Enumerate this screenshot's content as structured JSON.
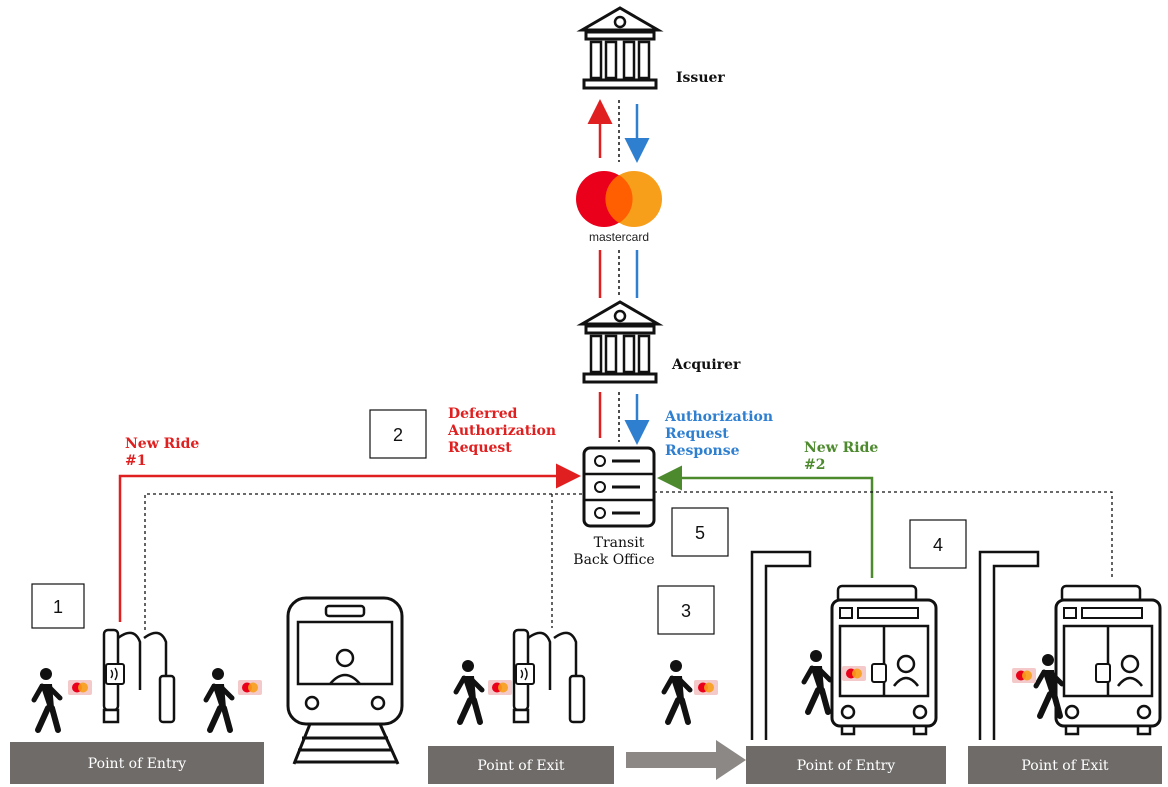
{
  "nodes": {
    "issuer": "Issuer",
    "acquirer": "Acquirer",
    "network_logo": "mastercard",
    "back_office_line1": "Transit",
    "back_office_line2": "Back Office"
  },
  "flows": {
    "deferred": [
      "Deferred",
      "Authorization",
      "Request"
    ],
    "response": [
      "Authorization",
      "Request",
      "Response"
    ],
    "new_ride_1": [
      "New Ride",
      "#1"
    ],
    "new_ride_2": [
      "New Ride",
      "#2"
    ]
  },
  "steps": [
    "1",
    "2",
    "3",
    "4",
    "5"
  ],
  "platforms": [
    "Point of Entry",
    "Point of Exit",
    "Point of Entry",
    "Point of Exit"
  ],
  "colors": {
    "request": "#e02020",
    "response": "#2f7fd0",
    "ride2": "#4d8a2e",
    "platform": "#6e6b69",
    "mc_red": "#eb001b",
    "mc_orange": "#f79e1b"
  }
}
